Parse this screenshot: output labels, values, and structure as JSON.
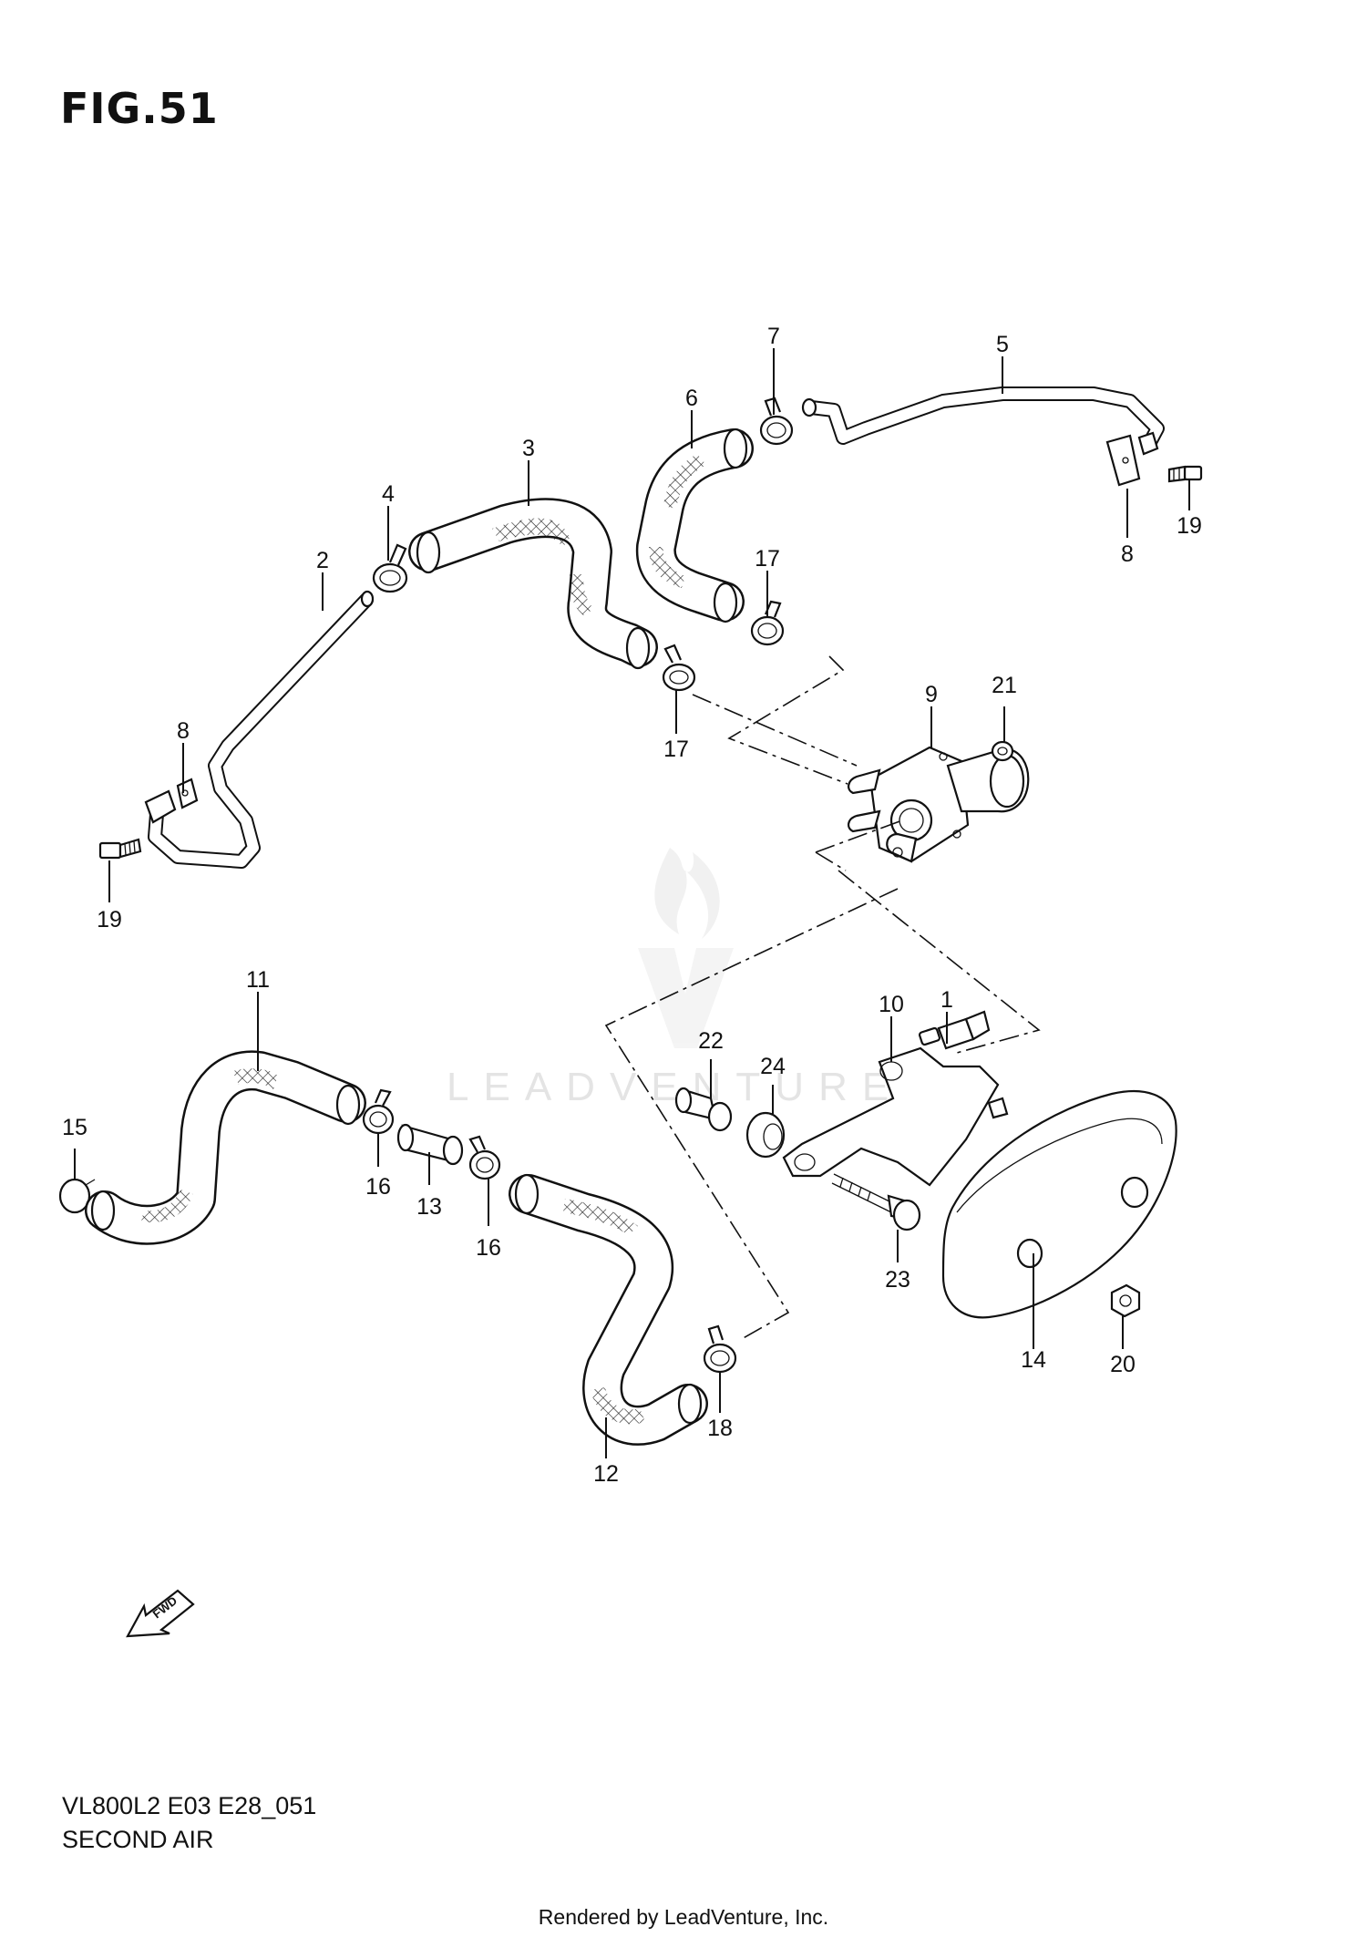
{
  "figure": {
    "title": "FIG.51",
    "model_code": "VL800L2 E03 E28_051",
    "section_name": "SECOND AIR",
    "credit": "Rendered by LeadVenture, Inc.",
    "watermark": "LEADVENTURE",
    "fwd_label": "FWD"
  },
  "callouts": [
    {
      "id": "c1",
      "label": "1"
    },
    {
      "id": "c2",
      "label": "2"
    },
    {
      "id": "c3",
      "label": "3"
    },
    {
      "id": "c4",
      "label": "4"
    },
    {
      "id": "c5",
      "label": "5"
    },
    {
      "id": "c6",
      "label": "6"
    },
    {
      "id": "c7",
      "label": "7"
    },
    {
      "id": "c8a",
      "label": "8"
    },
    {
      "id": "c8b",
      "label": "8"
    },
    {
      "id": "c9",
      "label": "9"
    },
    {
      "id": "c10",
      "label": "10"
    },
    {
      "id": "c11",
      "label": "11"
    },
    {
      "id": "c12",
      "label": "12"
    },
    {
      "id": "c13",
      "label": "13"
    },
    {
      "id": "c14",
      "label": "14"
    },
    {
      "id": "c15",
      "label": "15"
    },
    {
      "id": "c16a",
      "label": "16"
    },
    {
      "id": "c16b",
      "label": "16"
    },
    {
      "id": "c17a",
      "label": "17"
    },
    {
      "id": "c17b",
      "label": "17"
    },
    {
      "id": "c18",
      "label": "18"
    },
    {
      "id": "c19a",
      "label": "19"
    },
    {
      "id": "c19b",
      "label": "19"
    },
    {
      "id": "c20",
      "label": "20"
    },
    {
      "id": "c21",
      "label": "21"
    },
    {
      "id": "c22",
      "label": "22"
    },
    {
      "id": "c23",
      "label": "23"
    },
    {
      "id": "c24",
      "label": "24"
    }
  ]
}
